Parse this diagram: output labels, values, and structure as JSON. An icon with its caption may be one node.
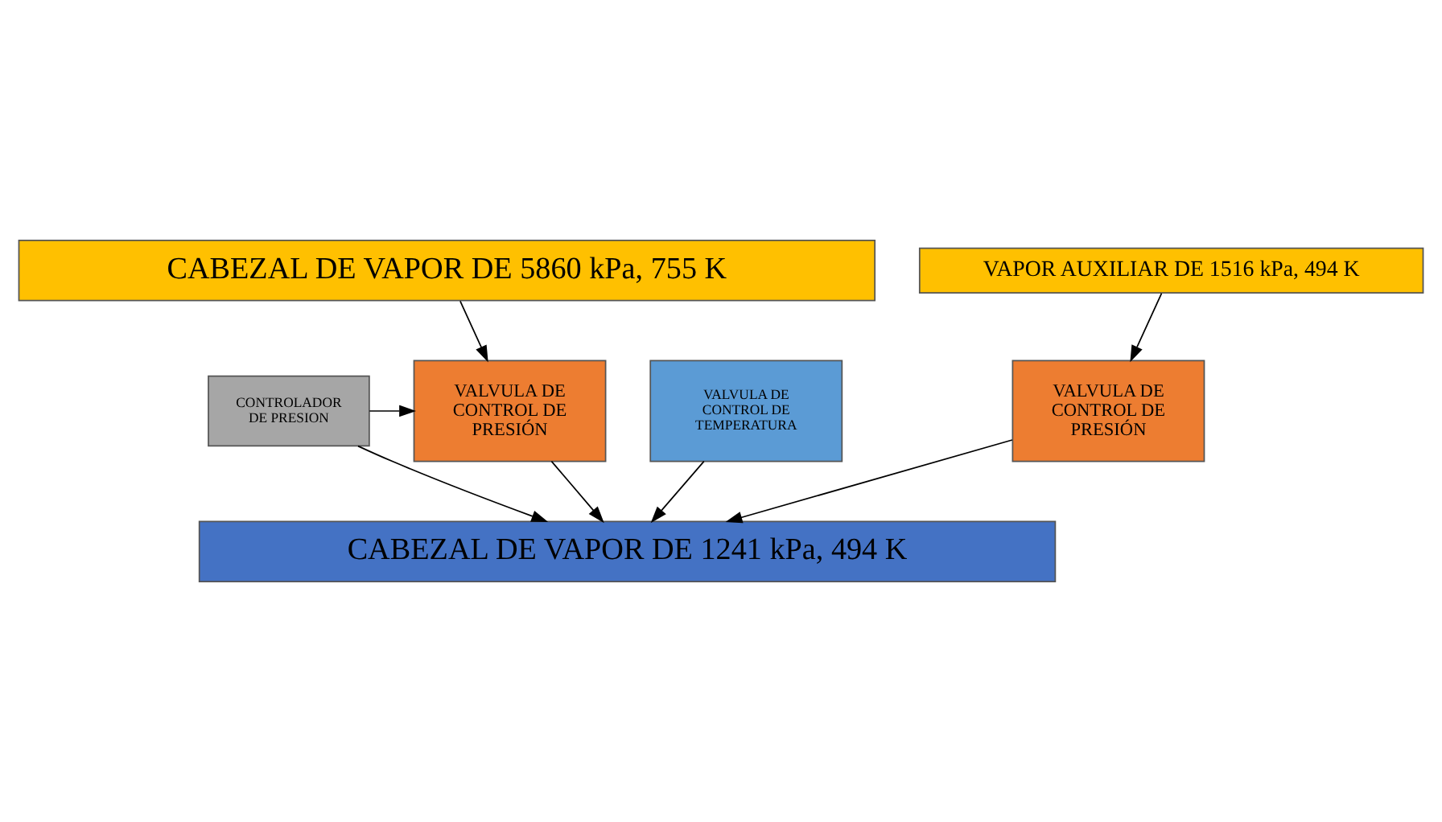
{
  "diagram": {
    "nodes": [
      {
        "text": [
          "CABEZAL DE VAPOR DE 5860 kPa, 755 K"
        ]
      },
      {
        "text": [
          "VAPOR AUXILIAR DE 1516 kPa, 494 K"
        ]
      },
      {
        "text": [
          "CONTROLADOR DE PRESION"
        ]
      },
      {
        "text": [
          "VALVULA DE CONTROL DE PRESIÓN"
        ]
      },
      {
        "text": [
          "VALVULA DE CONTROL DE TEMPERATURA"
        ]
      },
      {
        "text": [
          "VALVULA DE CONTROL DE PRESIÓN"
        ]
      },
      {
        "text": [
          "CABEZAL DE VAPOR DE 1241 kPa, 494 K"
        ]
      }
    ],
    "edges": [
      {
        "from": 0,
        "to": 3,
        "arrow": "to"
      },
      {
        "from": 1,
        "to": 5,
        "arrow": "to"
      },
      {
        "from": 2,
        "to": 3,
        "arrow": "to"
      },
      {
        "from": 2,
        "to": 6,
        "arrow": "to"
      },
      {
        "from": 3,
        "to": 6,
        "arrow": "to"
      },
      {
        "from": 4,
        "to": 6,
        "arrow": "to"
      },
      {
        "from": 5,
        "to": 6,
        "arrow": "to"
      }
    ]
  }
}
